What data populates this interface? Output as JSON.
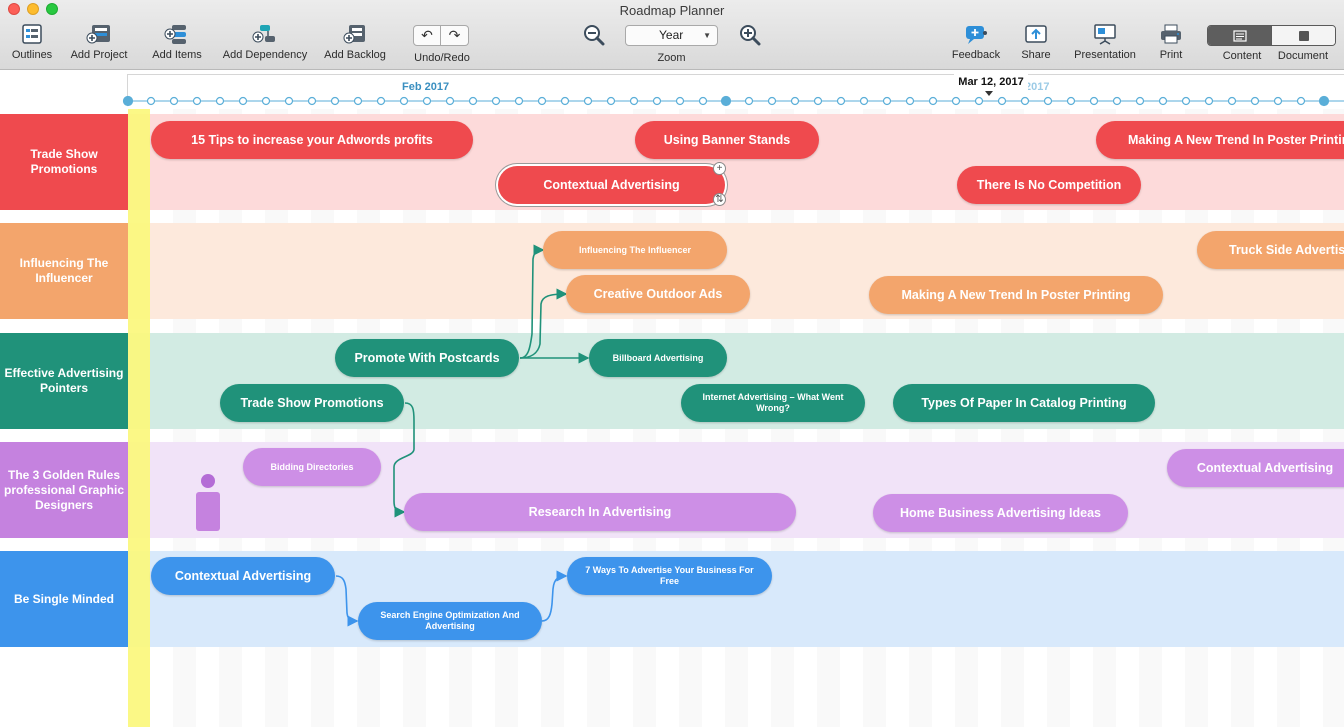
{
  "window": {
    "title": "Roadmap Planner"
  },
  "toolbar": {
    "outlines": "Outlines",
    "add_project": "Add Project",
    "add_items": "Add Items",
    "add_dependency": "Add Dependency",
    "add_backlog": "Add Backlog",
    "undo_redo": "Undo/Redo",
    "zoom_value": "Year",
    "zoom_label": "Zoom",
    "feedback": "Feedback",
    "share": "Share",
    "presentation": "Presentation",
    "print": "Print",
    "content": "Content",
    "document": "Document"
  },
  "timeline": {
    "month_label": "Feb 2017",
    "current_date": "Mar 12, 2017",
    "next_partial": "2017"
  },
  "lanes": [
    {
      "label": "Trade Show Promotions",
      "color": "#ef4a4e",
      "bg": "#fddada"
    },
    {
      "label": "Influencing The Influencer",
      "color": "#f3a56c",
      "bg": "#fde9dc"
    },
    {
      "label": "Effective Advertising Pointers",
      "color": "#20927a",
      "bg": "#d2ebe3"
    },
    {
      "label": "The 3 Golden Rules professional Graphic Designers",
      "color": "#c582df",
      "bg": "#f1e3f8"
    },
    {
      "label": "Be Single Minded",
      "color": "#3d94ec",
      "bg": "#d8e9fb"
    }
  ],
  "items": {
    "tips_adwords": "15 Tips to increase your Adwords profits",
    "banner_stands": "Using Banner Stands",
    "poster_trend_red": "Making A New Trend In Poster Printing",
    "contextual_red": "Contextual Advertising",
    "no_competition": "There Is No Competition",
    "influencing_influencer": "Influencing The Influencer",
    "truck_side": "Truck Side Advertising",
    "creative_outdoor": "Creative Outdoor Ads",
    "poster_trend_orange": "Making A New Trend In Poster Printing",
    "postcards": "Promote With Postcards",
    "billboard": "Billboard Advertising",
    "trade_show": "Trade Show Promotions",
    "internet_adv": "Internet Advertising – What Went Wrong?",
    "catalog_paper": "Types Of Paper In Catalog Printing",
    "bidding_dirs": "Bidding Directories",
    "contextual_purple": "Contextual Advertising",
    "research_adv": "Research In Advertising",
    "home_business": "Home Business Advertising Ideas",
    "contextual_blue": "Contextual Advertising",
    "seo_adv": "Search Engine Optimization And Advertising",
    "seven_ways": "7 Ways To Advertise Your Business For Free"
  }
}
